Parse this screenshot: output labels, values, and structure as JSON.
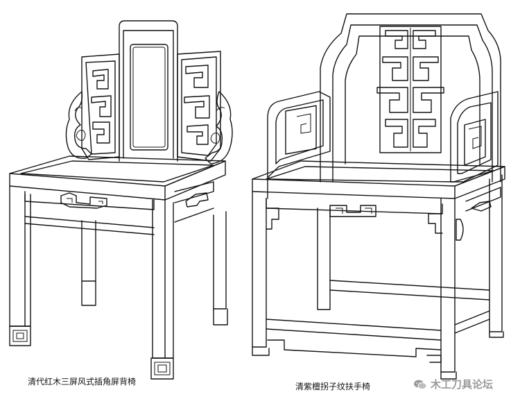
{
  "captions": {
    "left": "清代红木三屏风式插角屏背椅",
    "right": "清紫檀拐子纹扶手椅"
  },
  "watermark": {
    "text": "木工刀具论坛",
    "icon": "wechat-icon"
  },
  "colors": {
    "line": "#111111",
    "background": "#ffffff",
    "watermark": "#9a9a9a"
  }
}
